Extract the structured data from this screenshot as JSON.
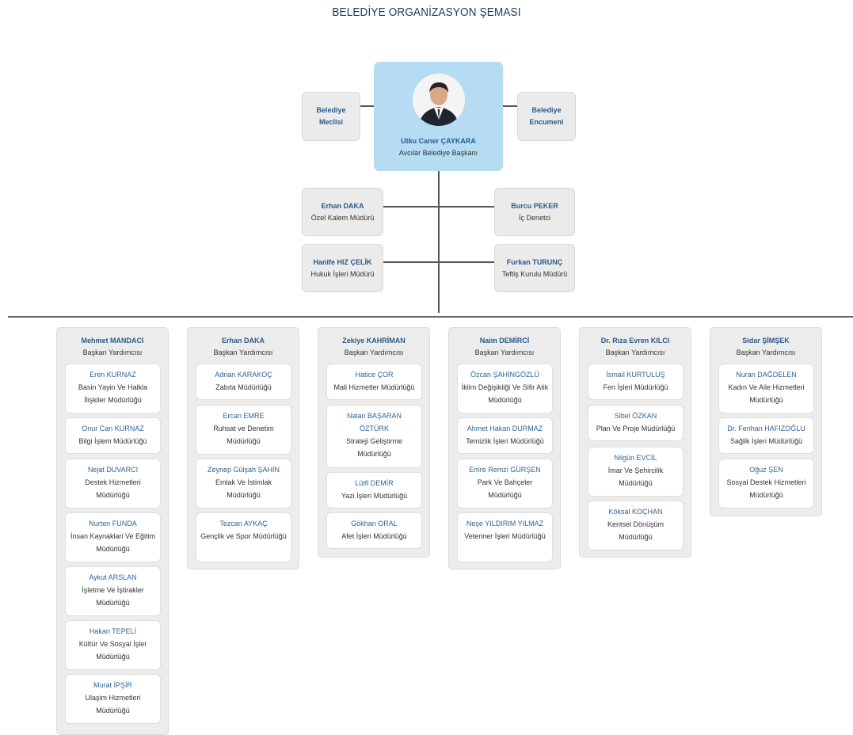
{
  "title": "BELEDİYE ORGANİZASYON ŞEMASI",
  "mayor": {
    "name": "Utku Caner ÇAYKARA",
    "role": "Avcılar Belediye Başkanı"
  },
  "side_left": [
    "Belediye",
    "Meclisi"
  ],
  "side_right": [
    "Belediye",
    "Encumeni"
  ],
  "staff": [
    {
      "name": "Erhan DAKA",
      "role": "Özel Kalem Müdürü"
    },
    {
      "name": "Burcu PEKER",
      "role": "İç Denetci"
    },
    {
      "name": "Hanife HIZ ÇELİK",
      "role": "Hukuk İşleri Müdürü"
    },
    {
      "name": "Furkan TURUNÇ",
      "role": "Teftiş Kurulu Müdürü"
    }
  ],
  "columns": [
    {
      "head": "Mehmet MANDACI",
      "role": "Başkan Yardımcısı",
      "items": [
        {
          "name": "Eren KURNAZ",
          "role": "Basin Yayin Ve Halkla İlişkiler Müdürlüğü"
        },
        {
          "name": "Onur Can KURNAZ",
          "role": "Bilgi İşlem Müdürlüğü"
        },
        {
          "name": "Nejat DUVARCI",
          "role": "Destek Hizmetleri Müdürlüğü"
        },
        {
          "name": "Nurten FUNDA",
          "role": "İnsan Kaynaklari Ve Eğitim Müdürlüğü"
        },
        {
          "name": "Aykut ARSLAN",
          "role": "İşletme Ve İştirakler Müdürlüğü"
        },
        {
          "name": "Hakan TEPELİ",
          "role": "Kültür Ve Sosyal İşler Müdürlüğü"
        },
        {
          "name": "Murat İPŞİR",
          "role": "Ulaşim Hizmetleri Müdürlüğü"
        }
      ]
    },
    {
      "head": "Erhan DAKA",
      "role": "Başkan Yardımcısı",
      "items": [
        {
          "name": "Adnan KARAKOÇ",
          "role": "Zabıta Müdürlüğü"
        },
        {
          "name": "Ercan EMRE",
          "role": "Ruhsat ve Denetim Müdürlüğü"
        },
        {
          "name": "Zeynep Gülşah ŞAHİN",
          "role": "Emlak Ve İstimlak Müdürlüğü"
        },
        {
          "name": "Tezcan AYKAÇ",
          "role": "Gençlik ve Spor Müdürlüğü"
        }
      ]
    },
    {
      "head": "Zekiye KAHRİMAN",
      "role": "Başkan Yardımcısı",
      "items": [
        {
          "name": "Hatice ÇOR",
          "role": "Mali Hizmetler Müdürlüğü"
        },
        {
          "name": "Nalan BAŞARAN ÖZTÜRK",
          "role": "Strateji Geliştirme Müdürlüğü"
        },
        {
          "name": "Lütfi DEMİR",
          "role": "Yazi İşleri Müdürlüğü"
        },
        {
          "name": "Gökhan ORAL",
          "role": "Afet İşleri Müdürlüğü"
        }
      ]
    },
    {
      "head": "Naim DEMİRCİ",
      "role": "Başkan Yardımcısı",
      "items": [
        {
          "name": "Özcan ŞAHİNGÖZLÜ",
          "role": "İklim Değişikliği Ve Sifir Atik Müdürlüğü"
        },
        {
          "name": "Ahmet Hakan DURMAZ",
          "role": "Temizlik İşleri Müdürlüğü"
        },
        {
          "name": "Emre Remzi GÜRŞEN",
          "role": "Park Ve Bahçeler Müdürlüğü"
        },
        {
          "name": "Neşe YILDIRIM YILMAZ",
          "role": "Veteriner İşleri Müdürlüğü"
        }
      ]
    },
    {
      "head": "Dr. Rıza Evren KILCI",
      "role": "Başkan Yardımcısı",
      "items": [
        {
          "name": "İsmail KURTULUŞ",
          "role": "Fen İşleri Müdürlüğü"
        },
        {
          "name": "Sibel ÖZKAN",
          "role": "Plan Ve Proje Müdürlüğü"
        },
        {
          "name": "Nilgün EVCİL",
          "role": "İmar Ve Şehircilik Müdürlüğü"
        },
        {
          "name": "Köksal KOÇHAN",
          "role": "Kentsel Dönüşüm Müdürlüğü"
        }
      ]
    },
    {
      "head": "Sidar ŞİMŞEK",
      "role": "Başkan Yardımcısı",
      "items": [
        {
          "name": "Nuran DAĞDELEN",
          "role": "Kadın Ve Aile Hizmetleri Müdürlüğü"
        },
        {
          "name": "Dr. Ferihan HAFIZOĞLU",
          "role": "Sağlik İşleri Müdürlüğü"
        },
        {
          "name": "Oğuz ŞEN",
          "role": "Sosyal Destek Hizmetleri Müdürlüğü"
        }
      ]
    }
  ]
}
